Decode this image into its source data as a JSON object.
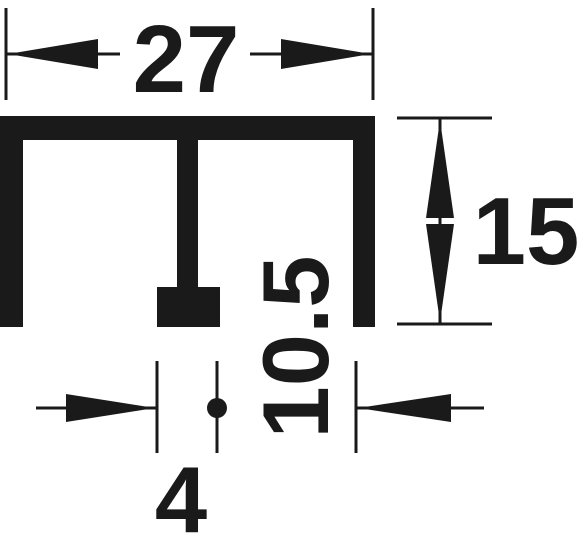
{
  "dimensions": {
    "width": "27",
    "height": "15",
    "inner_gap": "10.5",
    "slot": "4"
  },
  "colors": {
    "ink": "#1a1a1a",
    "background": "#ffffff"
  }
}
